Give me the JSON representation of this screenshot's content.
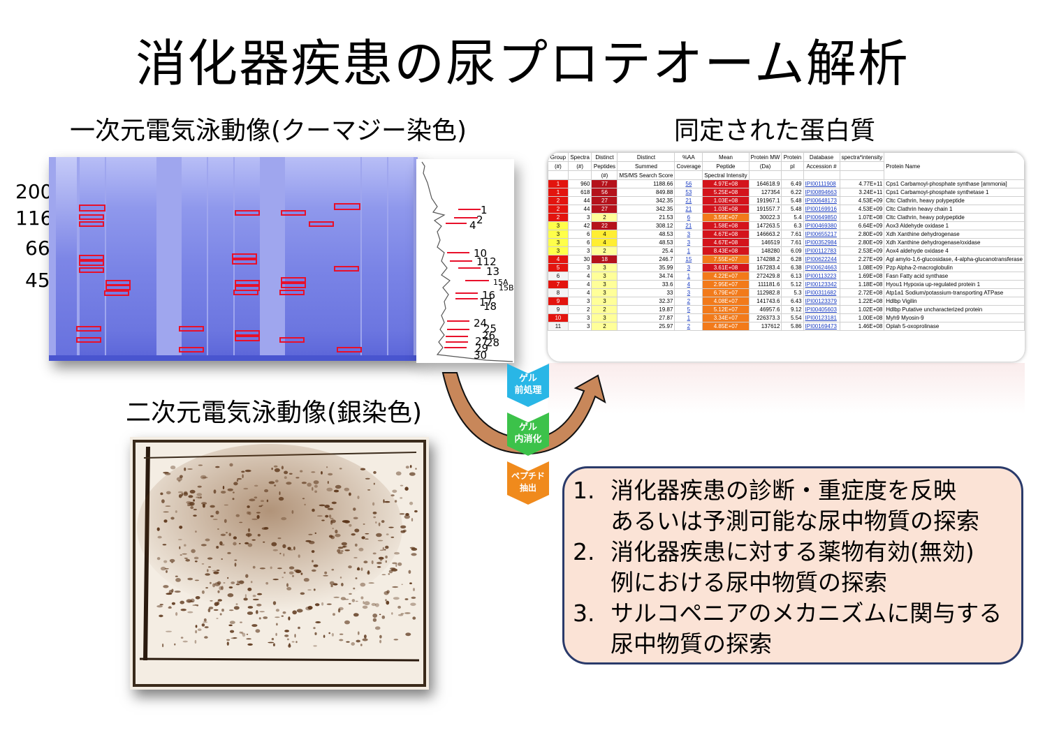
{
  "title": "消化器疾患の尿プロテオーム解析",
  "section_1d": "一次元電気泳動像(クーマジー染色)",
  "section_proteins": "同定された蛋白質",
  "section_2d": "二次元電気泳動像(銀染色)",
  "mw_markers": [
    "200",
    "116",
    "66",
    "45"
  ],
  "spot_numbers": [
    "1",
    "2",
    "4",
    "10",
    "112",
    "13",
    "15A",
    "15B",
    "16",
    "17",
    "18",
    "24",
    "25",
    "26",
    "27",
    "28",
    "29",
    "30"
  ],
  "steps": [
    "ゲル\n前処理",
    "ゲル\n内消化",
    "ペプチド\n抽出"
  ],
  "step_colors": [
    "#29b6e6",
    "#3cc24a",
    "#f08a1c"
  ],
  "table": {
    "headers_row1": [
      "Group",
      "Spectra",
      "Distinct",
      "Distinct",
      "%AA",
      "Mean",
      "Protein MW",
      "Protein",
      "Database",
      "spectra*intensity",
      "Protein Name"
    ],
    "headers_row2": [
      "(#)",
      "(#)",
      "Peptides",
      "Summed",
      "Coverage",
      "Peptide",
      "(Da)",
      "pI",
      "Accession #",
      "",
      ""
    ],
    "headers_row3": [
      "",
      "",
      "(#)",
      "MS/MS Search Score",
      "",
      "Spectral Intensity",
      "",
      "",
      "",
      "",
      ""
    ],
    "rows": [
      [
        "1",
        "960",
        "77",
        "1188.66",
        "56",
        "4.97E+08",
        "164618.9",
        "6.49",
        "IPI00111908",
        "4.77E+11",
        "Cps1 Carbamoyl-phosphate synthase [ammonia]"
      ],
      [
        "1",
        "618",
        "56",
        "849.88",
        "53",
        "5.25E+08",
        "127354",
        "6.22",
        "IPI00894663",
        "3.24E+11",
        "Cps1 Carbamoyl-phosphate synthetase 1"
      ],
      [
        "2",
        "44",
        "27",
        "342.35",
        "21",
        "1.03E+08",
        "191967.1",
        "5.48",
        "IPI00648173",
        "4.53E+09",
        "Cltc Clathrin, heavy polypeptide"
      ],
      [
        "2",
        "44",
        "27",
        "342.35",
        "21",
        "1.03E+08",
        "191557.7",
        "5.48",
        "IPI00169916",
        "4.53E+09",
        "Cltc Clathrin heavy chain 1"
      ],
      [
        "2",
        "3",
        "2",
        "21.53",
        "6",
        "3.55E+07",
        "30022.3",
        "5.4",
        "IPI00649850",
        "1.07E+08",
        "Cltc Clathrin, heavy polypeptide"
      ],
      [
        "3",
        "42",
        "22",
        "308.12",
        "21",
        "1.58E+08",
        "147263.5",
        "6.3",
        "IPI00469380",
        "6.64E+09",
        "Aox3 Aldehyde oxidase 1"
      ],
      [
        "3",
        "6",
        "4",
        "48.53",
        "3",
        "4.67E+08",
        "146663.2",
        "7.61",
        "IPI00655217",
        "2.80E+09",
        "Xdh Xanthine dehydrogenase"
      ],
      [
        "3",
        "6",
        "4",
        "48.53",
        "3",
        "4.67E+08",
        "146519",
        "7.61",
        "IPI00352984",
        "2.80E+09",
        "Xdh Xanthine dehydrogenase/oxidase"
      ],
      [
        "3",
        "3",
        "2",
        "25.4",
        "1",
        "8.43E+08",
        "148280",
        "6.09",
        "IPI00112783",
        "2.53E+09",
        "Aox4 aldehyde oxidase 4"
      ],
      [
        "4",
        "30",
        "18",
        "246.7",
        "15",
        "7.55E+07",
        "174288.2",
        "6.28",
        "IPI00622244",
        "2.27E+09",
        "Agl amylo-1,6-glucosidase, 4-alpha-glucanotransferase"
      ],
      [
        "5",
        "3",
        "3",
        "35.99",
        "3",
        "3.61E+08",
        "167283.4",
        "6.38",
        "IPI00624663",
        "1.08E+09",
        "Pzp Alpha-2-macroglobulin"
      ],
      [
        "6",
        "4",
        "3",
        "34.74",
        "1",
        "4.22E+07",
        "272429.8",
        "6.13",
        "IPI00113223",
        "1.69E+08",
        "Fasn Fatty acid synthase"
      ],
      [
        "7",
        "4",
        "3",
        "33.6",
        "4",
        "2.95E+07",
        "111181.6",
        "5.12",
        "IPI00123342",
        "1.18E+08",
        "Hyou1 Hypoxia up-regulated protein 1"
      ],
      [
        "8",
        "4",
        "3",
        "33",
        "3",
        "6.79E+07",
        "112982.8",
        "5.3",
        "IPI00311682",
        "2.72E+08",
        "Atp1a1 Sodium/potassium-transporting ATPase"
      ],
      [
        "9",
        "3",
        "3",
        "32.37",
        "2",
        "4.08E+07",
        "141743.6",
        "6.43",
        "IPI00123379",
        "1.22E+08",
        "Hdlbp Vigilin"
      ],
      [
        "9",
        "2",
        "2",
        "19.87",
        "5",
        "5.12E+07",
        "46957.6",
        "9.12",
        "IPI00405603",
        "1.02E+08",
        "Hdlbp Putative uncharacterized protein"
      ],
      [
        "10",
        "3",
        "3",
        "27.87",
        "1",
        "3.34E+07",
        "226373.3",
        "5.54",
        "IPI00123181",
        "1.00E+08",
        "Myh9 Myosin-9"
      ],
      [
        "11",
        "3",
        "2",
        "25.97",
        "2",
        "4.85E+07",
        "137612",
        "5.86",
        "IPI00169473",
        "1.46E+08",
        "Oplah 5-oxoprolinase"
      ]
    ]
  },
  "goals": [
    [
      "1.",
      "消化器疾患の診断・重症度を反映"
    ],
    [
      "",
      "あるいは予測可能な尿中物質の探索"
    ],
    [
      "2.",
      "消化器疾患に対する薬物有効(無効)"
    ],
    [
      "",
      "例における尿中物質の探索"
    ],
    [
      "3.",
      "サルコペニアのメカニズムに関与する"
    ],
    [
      "",
      "尿中物質の探索"
    ]
  ],
  "colors": {
    "gel_blue": "#7a84e6",
    "band_red": "#e8102a",
    "group_red": "#e3140e",
    "peptide_dark": "#b5121b",
    "peptide_yellow": "#ffff88",
    "goals_bg": "#fbe3d6",
    "goals_border": "#2a3a6a",
    "arrow": "#c8875a"
  }
}
